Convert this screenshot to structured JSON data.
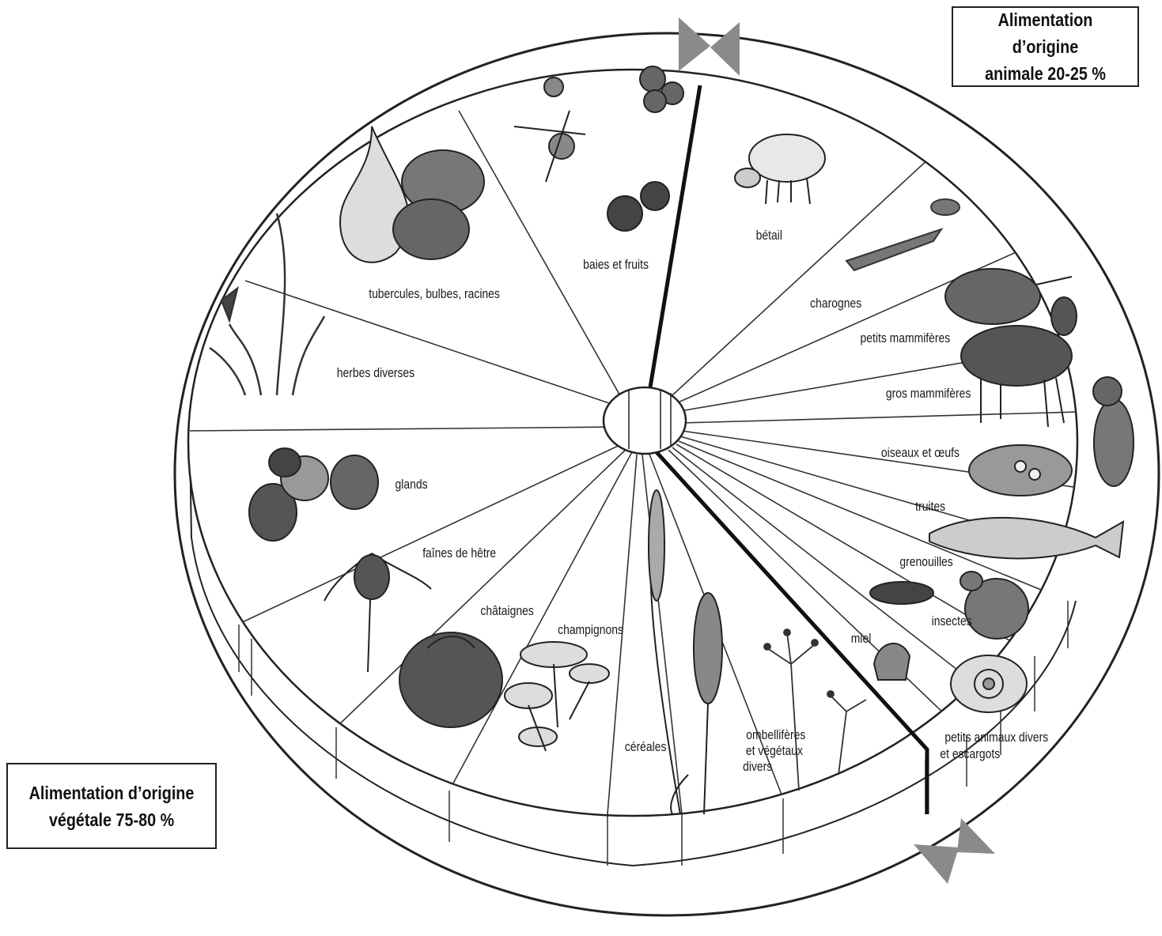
{
  "animal_box": {
    "line1": "Alimentation d’origine",
    "line2": "animale 20-25 %"
  },
  "vegetal_box": {
    "line1": "Alimentation d’origine",
    "line2": "végétale 75-80 %"
  },
  "labels": {
    "baies_fruits": "baies et fruits",
    "tubercules": "tubercules, bulbes, racines",
    "herbes": "herbes diverses",
    "glands": "glands",
    "faines": "faînes de hêtre",
    "chataignes": "châtaignes",
    "champignons": "champignons",
    "cereales": "céréales",
    "ombelliferes_1": "ombellifères",
    "ombelliferes_2": "et végétaux",
    "ombelliferes_3": "divers",
    "betail": "bétail",
    "charognes": "charognes",
    "petits_mammiferes": "petits mammifères",
    "gros_mammiferes": "gros mammifères",
    "oiseaux": "oiseaux et œufs",
    "truites": "truites",
    "grenouilles": "grenouilles",
    "insectes": "insectes",
    "miel": "miel",
    "petits_animaux_1": "petits animaux divers",
    "petits_animaux_2": "et escargots"
  },
  "colors": {
    "ink": "#1a1a1a",
    "arrow": "#8a8a8a"
  }
}
